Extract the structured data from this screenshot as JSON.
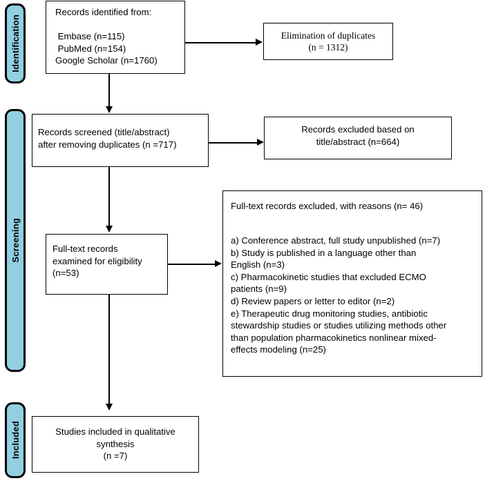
{
  "diagram": {
    "type": "prisma-flow-diagram",
    "stages": [
      {
        "id": "identification",
        "label": "Identification"
      },
      {
        "id": "screening",
        "label": "Screening"
      },
      {
        "id": "included",
        "label": "Included"
      }
    ],
    "boxes": {
      "records_identified": {
        "name": "records-identified-box",
        "text": "Records identified from:\n\n Embase (n=115)\n PubMed (n=154)\nGoogle Scholar (n=1760)"
      },
      "elimination_duplicates": {
        "name": "elimination-of-duplicates-box",
        "text": "Elimination of duplicates\n(n = 1312)"
      },
      "records_screened": {
        "name": "records-screened-box",
        "text": "Records screened (title/abstract)\nafter removing duplicates (n =717)"
      },
      "records_excluded": {
        "name": "records-excluded-box",
        "text": "Records excluded based on\ntitle/abstract (n=664)"
      },
      "fulltext_examined": {
        "name": "full-text-examined-box",
        "text": "Full-text records\nexamined for eligibility\n(n=53)"
      },
      "fulltext_excluded": {
        "name": "full-text-excluded-box",
        "heading": "Full-text records excluded, with reasons (n= 46)",
        "reasons": "a) Conference abstract, full study unpublished (n=7)\nb) Study is published in a language other than\nEnglish (n=3)\nc) Pharmacokinetic studies that excluded ECMO\npatients (n=9)\nd) Review papers or letter to editor (n=2)\ne) Therapeutic drug monitoring studies, antibiotic\nstewardship studies or studies utilizing methods other\nthan population pharmacokinetics nonlinear mixed-\neffects modeling (n=25)"
      },
      "studies_included": {
        "name": "studies-included-box",
        "text": "Studies included in qualitative\nsynthesis\n(n =7)"
      }
    },
    "colors": {
      "stage_bar_fill": "#92cfe2",
      "stroke": "#000000",
      "box_fill": "#ffffff"
    },
    "counts": {
      "embase": 115,
      "pubmed": 154,
      "google_scholar": 1760,
      "duplicates_removed": 1312,
      "screened": 717,
      "excluded_title_abstract": 664,
      "fulltext_examined": 53,
      "fulltext_excluded": 46,
      "reason_a_conference_abstract": 7,
      "reason_b_non_english": 3,
      "reason_c_excluded_ecmo": 9,
      "reason_d_review_letter": 2,
      "reason_e_tdm_stewardship": 25,
      "included_qualitative_synthesis": 7
    }
  }
}
